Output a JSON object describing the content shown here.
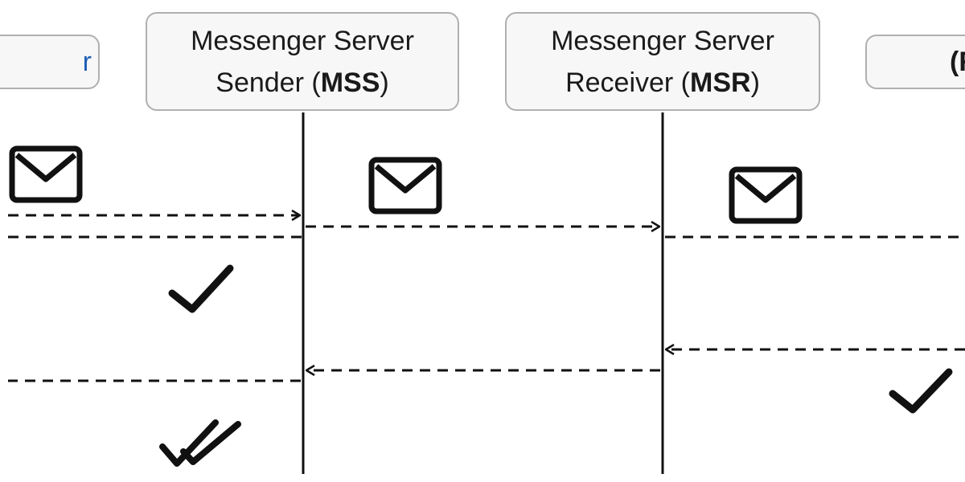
{
  "participants": {
    "left_fragment": "r",
    "mss": {
      "line1": "Messenger Server",
      "line2_prefix": "Sender (",
      "line2_bold": "MSS",
      "line2_suffix": ")"
    },
    "msr": {
      "line1": "Messenger Server",
      "line2_prefix": "Receiver (",
      "line2_bold": "MSR",
      "line2_suffix": ")"
    },
    "right_fragment": "(R"
  },
  "icons": {
    "envelope": "envelope-icon",
    "check": "check-icon",
    "double_check": "double-check-icon"
  },
  "colors": {
    "stroke": "#111111",
    "box_fill": "#f7f7f7",
    "box_border": "#b0b0b0",
    "fragment_blue": "#1f5fb4"
  }
}
